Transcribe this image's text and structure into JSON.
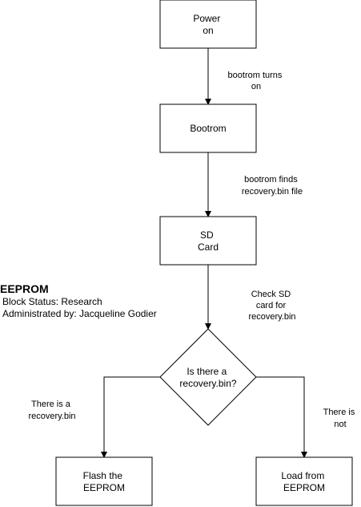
{
  "diagram": {
    "nodes": {
      "power_on": [
        "Power",
        "on"
      ],
      "bootrom": [
        "Bootrom"
      ],
      "sd_card": [
        "SD",
        "Card"
      ],
      "decision": [
        "Is there a",
        "recovery.bin?"
      ],
      "flash_eeprom": [
        "Flash the",
        "EEPROM"
      ],
      "load_eeprom": [
        "Load from",
        "EEPROM"
      ]
    },
    "edge_labels": {
      "power_to_bootrom": [
        "bootrom turns",
        "on"
      ],
      "bootrom_to_sd": [
        "bootrom finds",
        "recovery.bin file"
      ],
      "sd_to_decision": [
        "Check SD",
        "card for",
        "recovery.bin"
      ],
      "decision_to_flash": [
        "There is a",
        "recovery.bin"
      ],
      "decision_to_load": [
        "There is",
        "not"
      ]
    }
  },
  "info_panel": {
    "title": "EEPROM",
    "block_status": "Block Status: Research",
    "administrator": "Administrated by: Jacqueline Godier"
  },
  "colors": {
    "stroke": "#000000",
    "fill": "#ffffff",
    "text": "#000000"
  }
}
